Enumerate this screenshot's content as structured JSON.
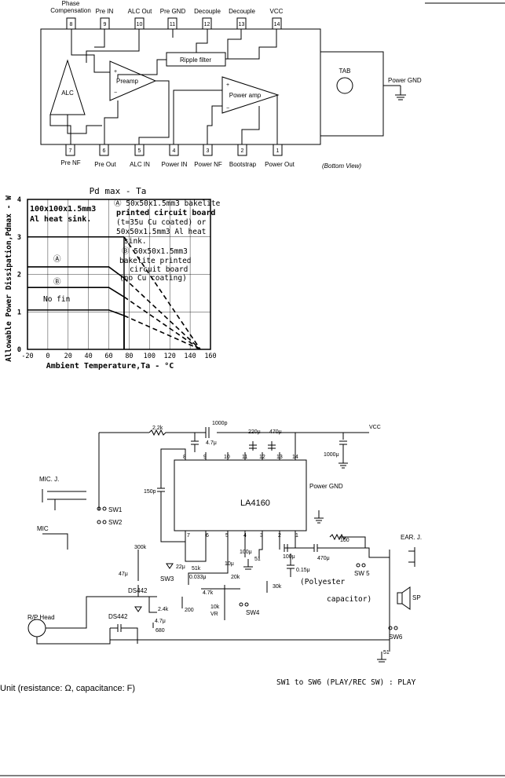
{
  "block_diagram": {
    "top_pins": [
      {
        "num": "8",
        "label": "Phase\nCompensation"
      },
      {
        "num": "9",
        "label": "Pre IN"
      },
      {
        "num": "10",
        "label": "ALC Out"
      },
      {
        "num": "11",
        "label": "Pre GND"
      },
      {
        "num": "12",
        "label": "Decouple"
      },
      {
        "num": "13",
        "label": "Decouple"
      },
      {
        "num": "14",
        "label": "VCC"
      }
    ],
    "bottom_pins": [
      {
        "num": "7",
        "label": "Pre NF"
      },
      {
        "num": "6",
        "label": "Pre Out"
      },
      {
        "num": "5",
        "label": "ALC IN"
      },
      {
        "num": "4",
        "label": "Power IN"
      },
      {
        "num": "3",
        "label": "Power NF"
      },
      {
        "num": "2",
        "label": "Bootstrap"
      },
      {
        "num": "1",
        "label": "Power Out"
      }
    ],
    "blocks": {
      "alc": "ALC",
      "preamp": "Preamp",
      "ripple": "Ripple filter",
      "poweramp": "Power amp",
      "tab": "TAB"
    },
    "power_gnd": "Power GND",
    "view_note": "(Bottom View)"
  },
  "chart_data": {
    "type": "line",
    "title": "Pd max - Ta",
    "xlabel": "Ambient Temperature,Ta - °C",
    "ylabel": "Allowable Power Dissipation,Pdmax - W",
    "xlim": [
      -20,
      160
    ],
    "ylim": [
      0,
      4
    ],
    "x_ticks": [
      "-20",
      "0",
      "20",
      "40",
      "60",
      "80",
      "100",
      "120",
      "140",
      "160"
    ],
    "y_ticks": [
      "0",
      "1",
      "2",
      "3",
      "4"
    ],
    "grid": true,
    "series": [
      {
        "name": "100x100x1.5mm3 Al heat sink.",
        "x": [
          -20,
          75,
          150
        ],
        "y": [
          3.0,
          3.0,
          0
        ]
      },
      {
        "name": "Ⓐ",
        "x": [
          -20,
          60,
          75,
          150
        ],
        "y": [
          2.2,
          2.2,
          1.9,
          0
        ]
      },
      {
        "name": "Ⓑ",
        "x": [
          -20,
          60,
          75,
          150
        ],
        "y": [
          1.65,
          1.65,
          1.4,
          0
        ]
      },
      {
        "name": "No fin",
        "x": [
          -20,
          60,
          75,
          150
        ],
        "y": [
          1.05,
          1.05,
          0.9,
          0
        ]
      }
    ],
    "annotations": {
      "a_note": [
        "Ⓐ 50x50x1.5mm3 bakelite",
        "printed circuit board",
        "(t=35u Cu coated) or",
        "50x50x1.5mm3 Al heat",
        "sink."
      ],
      "b_note": [
        "Ⓑ 50x50x1.5mm3",
        "bakelite printed",
        "circuit board",
        "(no Cu coating)"
      ],
      "heat_sink": [
        "100x100x1.5mm3",
        "Al heat sink."
      ],
      "no_fin": "No fin",
      "a_mark": "Ⓐ",
      "b_mark": "Ⓑ"
    }
  },
  "circuit": {
    "ic": "LA4160",
    "vcc": "VCC",
    "power_gnd": "Power GND",
    "components": [
      "2.2k",
      "1000p",
      "4.7μ",
      "220μ",
      "470μ",
      "1000μ",
      "150p",
      "300k",
      "47μ",
      "22μ",
      "51k",
      "10μ",
      "0.033μ",
      "4.7k",
      "20k",
      "30k",
      "10k\nVR",
      "2.4k",
      "200",
      "4.7μ",
      "680",
      "100μ",
      "51",
      "100μ",
      "0.15μ",
      "(Polyester",
      "capacitor)",
      "470μ",
      "100",
      "51"
    ],
    "labels": {
      "mic_j": "MIC. J.",
      "mic": "MIC",
      "sw1": "SW1",
      "sw2": "SW2",
      "sw3": "SW3",
      "sw4": "SW4",
      "sw5": "SW 5",
      "sw6": "SW6",
      "ds1": "DS442",
      "ds2": "DS442",
      "rp": "R/P Head",
      "ear": "EAR. J.",
      "sp": "SP"
    },
    "pin_nums_top": [
      "8",
      "9",
      "10",
      "11",
      "12",
      "13",
      "14"
    ],
    "pin_nums_bottom": [
      "7",
      "6",
      "5",
      "4",
      "3",
      "2",
      "1"
    ]
  },
  "footer": {
    "unit_note": "Unit (resistance: Ω, capacitance: F)",
    "sw_note": "SW1 to SW6 (PLAY/REC SW) : PLAY"
  }
}
